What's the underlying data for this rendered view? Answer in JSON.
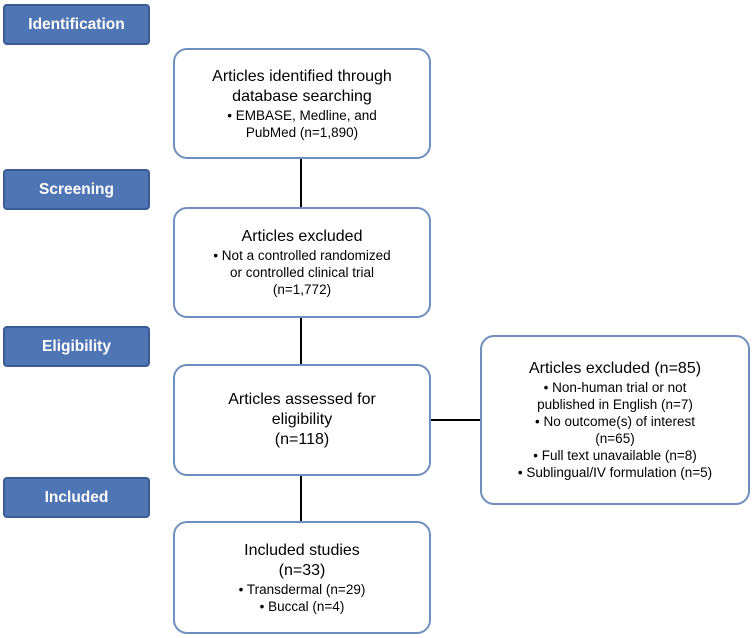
{
  "stages": {
    "identification": "Identification",
    "screening": "Screening",
    "eligibility": "Eligibility",
    "included": "Included"
  },
  "boxes": {
    "identified": {
      "title_lines": [
        "Articles identified through",
        "database searching"
      ],
      "detail_lines": [
        "• EMBASE, Medline, and",
        "PubMed (n=1,890)"
      ]
    },
    "excluded_screening": {
      "title_lines": [
        "Articles excluded"
      ],
      "detail_lines": [
        "• Not a controlled randomized",
        "or controlled clinical trial",
        "(n=1,772)"
      ]
    },
    "assessed": {
      "title_lines": [
        "Articles assessed for",
        "eligibility",
        "(n=118)"
      ],
      "detail_lines": []
    },
    "excluded_eligibility": {
      "title_lines": [
        "Articles excluded (n=85)"
      ],
      "detail_lines": [
        "• Non-human trial or not",
        "published in English (n=7)",
        "• No outcome(s) of interest",
        "(n=65)",
        "• Full text unavailable (n=8)",
        "• Sublingual/IV formulation (n=5)"
      ]
    },
    "included": {
      "title_lines": [
        "Included studies",
        "(n=33)"
      ],
      "detail_lines": [
        "• Transdermal (n=29)",
        "• Buccal (n=4)"
      ]
    }
  }
}
